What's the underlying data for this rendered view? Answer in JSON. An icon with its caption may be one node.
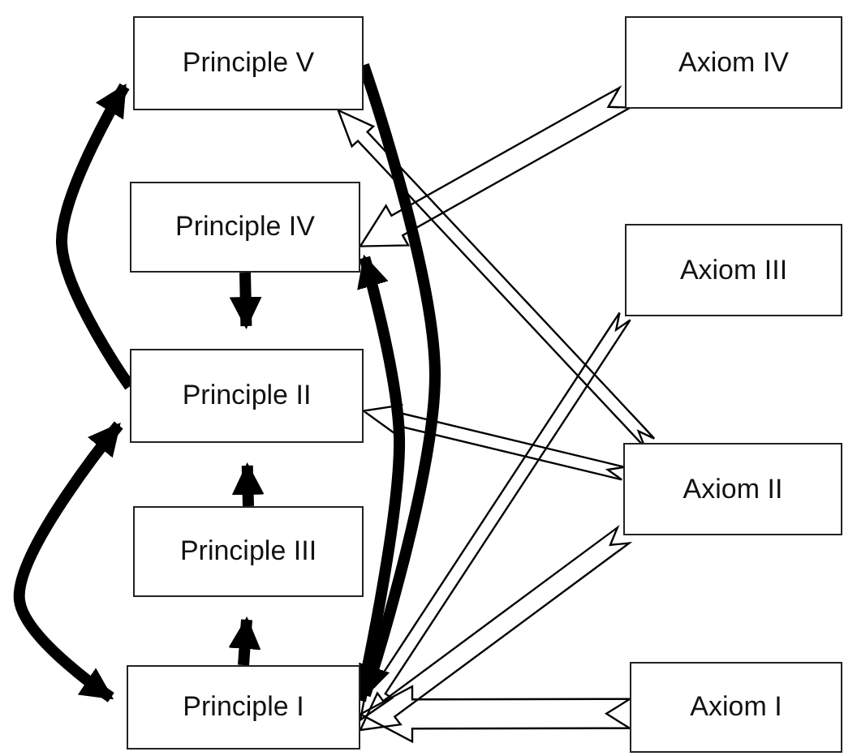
{
  "diagram": {
    "nodes": [
      {
        "text": [
          "Principle V"
        ]
      },
      {
        "text": [
          "Principle IV"
        ]
      },
      {
        "text": [
          "Principle II"
        ]
      },
      {
        "text": [
          "Principle III"
        ]
      },
      {
        "text": [
          "Principle I"
        ]
      },
      {
        "text": [
          "Axiom IV"
        ]
      },
      {
        "text": [
          "Axiom III"
        ]
      },
      {
        "text": [
          "Axiom II"
        ]
      },
      {
        "text": [
          "Axiom I"
        ]
      }
    ],
    "edges": [
      {
        "from": 1,
        "to": 2,
        "arrow": "to"
      },
      {
        "from": 3,
        "to": 2,
        "arrow": "to"
      },
      {
        "from": 4,
        "to": 3,
        "arrow": "to"
      },
      {
        "from": 2,
        "to": 0,
        "arrow": "to"
      },
      {
        "from": 2,
        "to": 4,
        "arrow": "both"
      },
      {
        "from": 0,
        "to": 4,
        "arrow": "to"
      },
      {
        "from": 4,
        "to": 1,
        "arrow": "to"
      },
      {
        "from": 5,
        "to": 1,
        "arrow": "to"
      },
      {
        "from": 7,
        "to": 0,
        "arrow": "to"
      },
      {
        "from": 7,
        "to": 2,
        "arrow": "to"
      },
      {
        "from": 6,
        "to": 4,
        "arrow": "to"
      },
      {
        "from": 7,
        "to": 4,
        "arrow": "to"
      },
      {
        "from": 8,
        "to": 4,
        "arrow": "to"
      }
    ]
  }
}
